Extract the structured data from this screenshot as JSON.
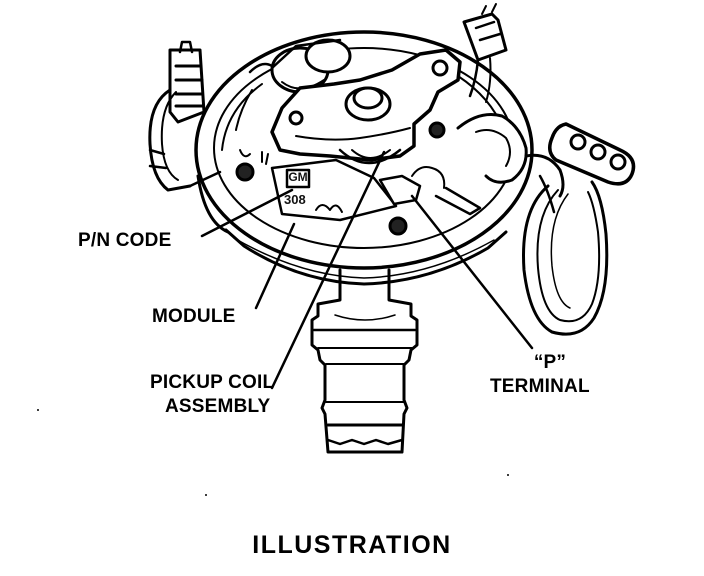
{
  "labels": {
    "pn_code": "P/N CODE",
    "module": "MODULE",
    "pickup_line1": "PICKUP COIL",
    "pickup_line2": "ASSEMBLY",
    "p_line1": "“P”",
    "p_line2": "TERMINAL"
  },
  "module_marks": {
    "logo": "GM",
    "part_number": "308"
  },
  "caption": "ILLUSTRATION"
}
